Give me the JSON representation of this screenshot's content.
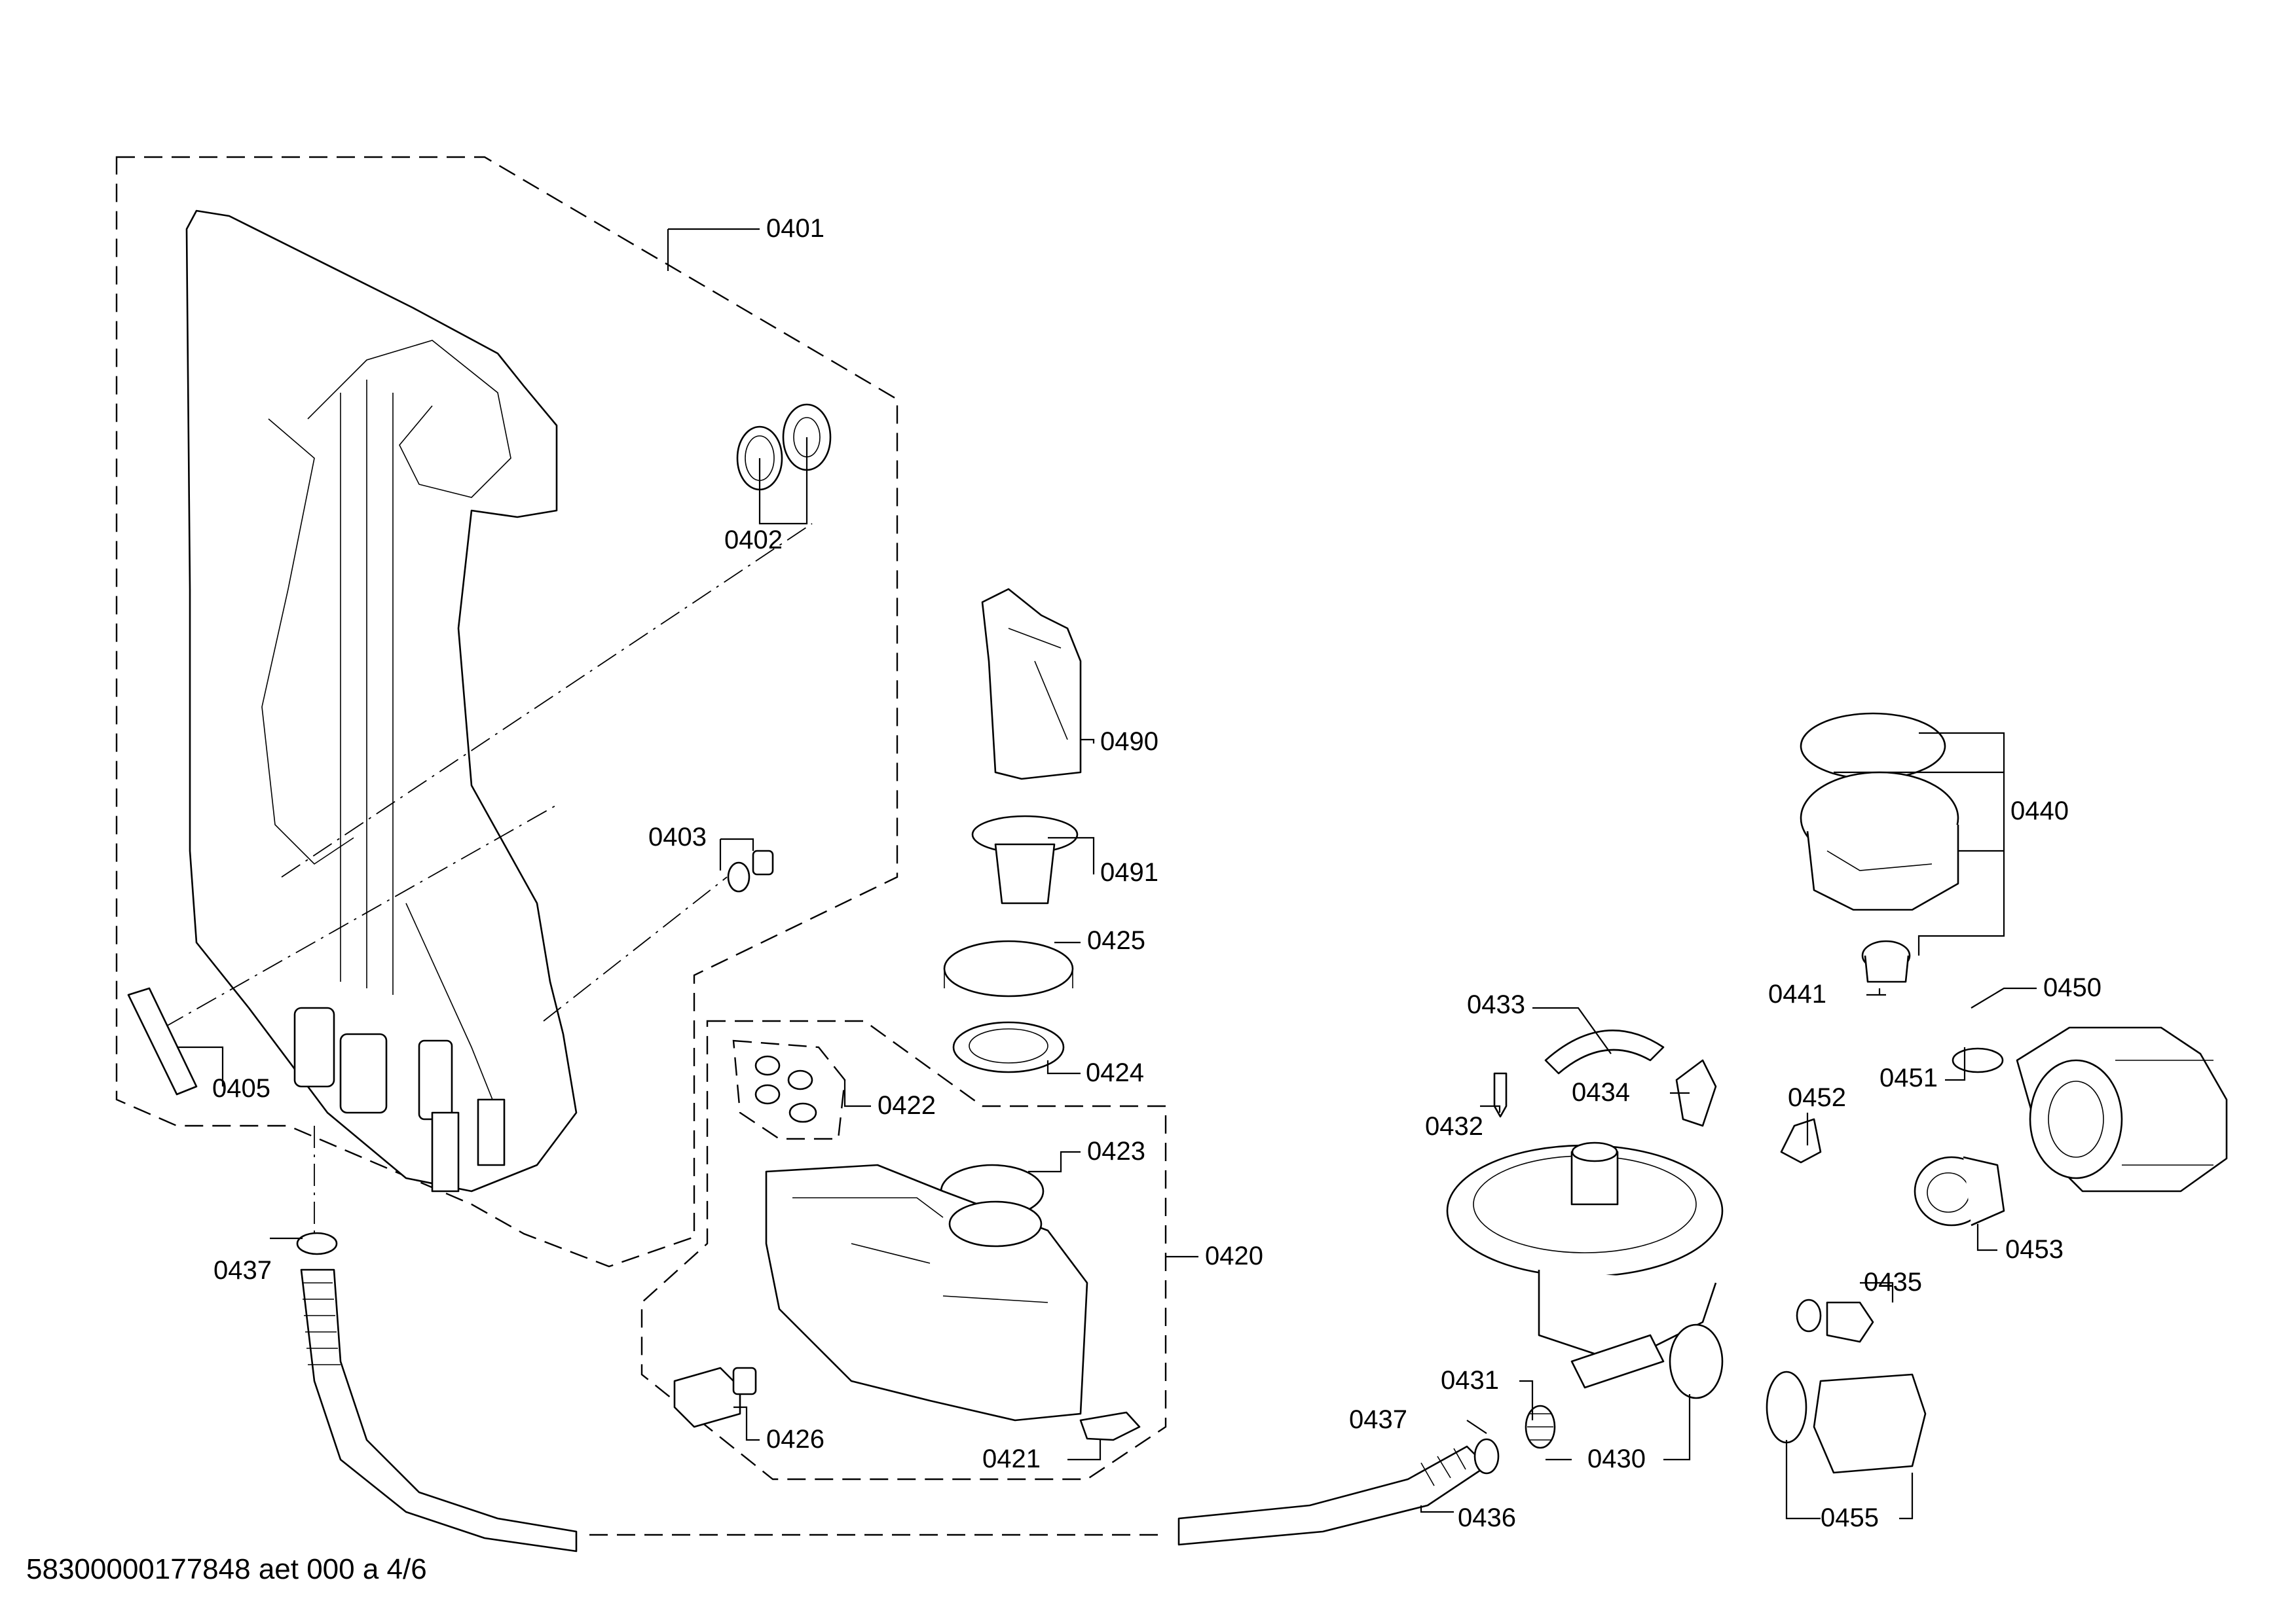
{
  "footer": {
    "code": "58300000177848 aet 000 a 4/6"
  },
  "labels": {
    "p0401": "0401",
    "p0402": "0402",
    "p0403": "0403",
    "p0405": "0405",
    "p0437a": "0437",
    "p0490": "0490",
    "p0491": "0491",
    "p0425": "0425",
    "p0424": "0424",
    "p0422": "0422",
    "p0423": "0423",
    "p0420": "0420",
    "p0426": "0426",
    "p0421": "0421",
    "p0440": "0440",
    "p0441": "0441",
    "p0450": "0450",
    "p0451": "0451",
    "p0433": "0433",
    "p0434": "0434",
    "p0432": "0432",
    "p0452": "0452",
    "p0453": "0453",
    "p0435": "0435",
    "p0431": "0431",
    "p0437b": "0437",
    "p0430": "0430",
    "p0436": "0436",
    "p0455": "0455"
  }
}
